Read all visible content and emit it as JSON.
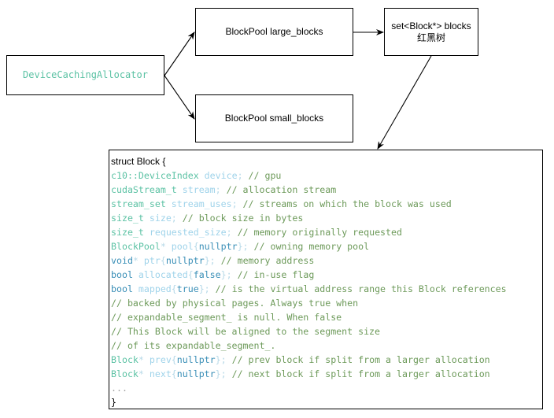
{
  "diagram": {
    "nodes": {
      "allocator": {
        "label": "DeviceCachingAllocator"
      },
      "large_blocks": {
        "label": "BlockPool large_blocks"
      },
      "small_blocks": {
        "label": "BlockPool small_blocks"
      },
      "block_set": {
        "line1": "set<Block*> blocks",
        "line2": "红黑树"
      }
    },
    "edges": [
      {
        "from": "allocator",
        "to": "large_blocks"
      },
      {
        "from": "allocator",
        "to": "small_blocks"
      },
      {
        "from": "large_blocks",
        "to": "block_set"
      },
      {
        "from": "block_set",
        "to": "block_struct"
      }
    ],
    "colors": {
      "type": "#5cc2a4",
      "keyword": "#3a8fb7",
      "variable": "#9fd3ea",
      "comment": "#6d9a5a"
    }
  },
  "code": {
    "title": "struct Block {",
    "lines": [
      [
        {
          "c": "t-type",
          "t": "c10::DeviceIndex"
        },
        {
          "c": "t-plain",
          "t": " "
        },
        {
          "c": "t-var",
          "t": "device"
        },
        {
          "c": "t-punct",
          "t": ";"
        },
        {
          "c": "t-com",
          "t": " // gpu"
        }
      ],
      [
        {
          "c": "t-type",
          "t": "cudaStream_t"
        },
        {
          "c": "t-plain",
          "t": " "
        },
        {
          "c": "t-var",
          "t": "stream"
        },
        {
          "c": "t-punct",
          "t": ";"
        },
        {
          "c": "t-com",
          "t": " // allocation stream"
        }
      ],
      [
        {
          "c": "t-type",
          "t": "stream_set"
        },
        {
          "c": "t-plain",
          "t": " "
        },
        {
          "c": "t-var",
          "t": "stream_uses"
        },
        {
          "c": "t-punct",
          "t": ";"
        },
        {
          "c": "t-com",
          "t": " // streams on which the block was used"
        }
      ],
      [
        {
          "c": "t-type",
          "t": "size_t"
        },
        {
          "c": "t-plain",
          "t": " "
        },
        {
          "c": "t-var",
          "t": "size"
        },
        {
          "c": "t-punct",
          "t": ";"
        },
        {
          "c": "t-com",
          "t": " // block size in bytes"
        }
      ],
      [
        {
          "c": "t-type",
          "t": "size_t"
        },
        {
          "c": "t-plain",
          "t": " "
        },
        {
          "c": "t-var",
          "t": "requested_size"
        },
        {
          "c": "t-punct",
          "t": ";"
        },
        {
          "c": "t-com",
          "t": " // memory originally requested"
        }
      ],
      [
        {
          "c": "t-type",
          "t": "BlockPool"
        },
        {
          "c": "t-punct",
          "t": "*"
        },
        {
          "c": "t-plain",
          "t": " "
        },
        {
          "c": "t-var",
          "t": "pool"
        },
        {
          "c": "t-punct",
          "t": "{"
        },
        {
          "c": "t-lit",
          "t": "nullptr"
        },
        {
          "c": "t-punct",
          "t": "};"
        },
        {
          "c": "t-com",
          "t": " // owning memory pool"
        }
      ],
      [
        {
          "c": "t-kw",
          "t": "void"
        },
        {
          "c": "t-punct",
          "t": "*"
        },
        {
          "c": "t-plain",
          "t": " "
        },
        {
          "c": "t-var",
          "t": "ptr"
        },
        {
          "c": "t-punct",
          "t": "{"
        },
        {
          "c": "t-lit",
          "t": "nullptr"
        },
        {
          "c": "t-punct",
          "t": "};"
        },
        {
          "c": "t-com",
          "t": " // memory address"
        }
      ],
      [
        {
          "c": "t-kw",
          "t": "bool"
        },
        {
          "c": "t-plain",
          "t": " "
        },
        {
          "c": "t-var",
          "t": "allocated"
        },
        {
          "c": "t-punct",
          "t": "{"
        },
        {
          "c": "t-lit",
          "t": "false"
        },
        {
          "c": "t-punct",
          "t": "};"
        },
        {
          "c": "t-com",
          "t": " // in-use flag"
        }
      ],
      [
        {
          "c": "t-kw",
          "t": "bool"
        },
        {
          "c": "t-plain",
          "t": " "
        },
        {
          "c": "t-var",
          "t": "mapped"
        },
        {
          "c": "t-punct",
          "t": "{"
        },
        {
          "c": "t-lit",
          "t": "true"
        },
        {
          "c": "t-punct",
          "t": "};"
        },
        {
          "c": "t-com",
          "t": " // is the virtual address range this Block references"
        }
      ],
      [
        {
          "c": "t-com",
          "t": "// backed by physical pages. Always true when"
        }
      ],
      [
        {
          "c": "t-com",
          "t": "// expandable_segment_ is null. When false"
        }
      ],
      [
        {
          "c": "t-com",
          "t": "// This Block will be aligned to the segment size"
        }
      ],
      [
        {
          "c": "t-com",
          "t": "// of its expandable_segment_."
        }
      ],
      [
        {
          "c": "t-type",
          "t": "Block"
        },
        {
          "c": "t-punct",
          "t": "*"
        },
        {
          "c": "t-plain",
          "t": " "
        },
        {
          "c": "t-var",
          "t": "prev"
        },
        {
          "c": "t-punct",
          "t": "{"
        },
        {
          "c": "t-lit",
          "t": "nullptr"
        },
        {
          "c": "t-punct",
          "t": "};"
        },
        {
          "c": "t-com",
          "t": " // prev block if split from a larger allocation"
        }
      ],
      [
        {
          "c": "t-type",
          "t": "Block"
        },
        {
          "c": "t-punct",
          "t": "*"
        },
        {
          "c": "t-plain",
          "t": " "
        },
        {
          "c": "t-var",
          "t": "next"
        },
        {
          "c": "t-punct",
          "t": "{"
        },
        {
          "c": "t-lit",
          "t": "nullptr"
        },
        {
          "c": "t-punct",
          "t": "};"
        },
        {
          "c": "t-com",
          "t": " // next block if split from a larger allocation"
        }
      ],
      [
        {
          "c": "t-dots",
          "t": "..."
        }
      ],
      [
        {
          "c": "t-plain",
          "t": "}"
        }
      ]
    ]
  }
}
